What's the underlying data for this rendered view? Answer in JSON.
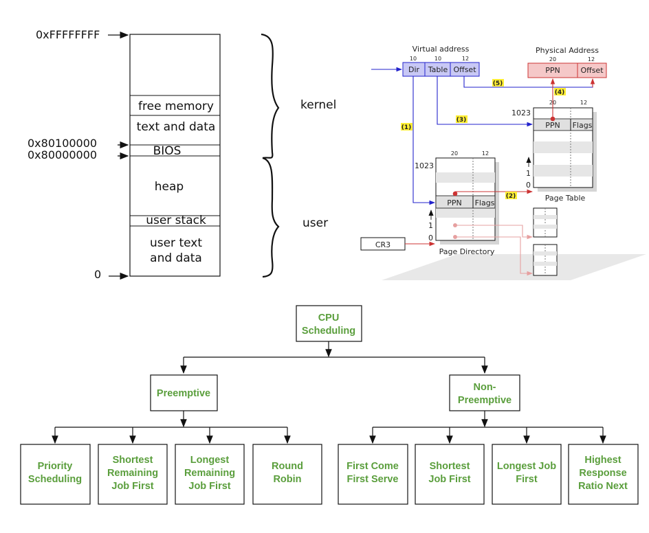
{
  "memory_map": {
    "addresses": {
      "top": "0xFFFFFFFF",
      "kernbase_link": "0x80100000",
      "kernbase": "0x80000000",
      "zero": "0"
    },
    "regions": {
      "free_memory": "free memory",
      "text_and_data": "text and data",
      "bios": "BIOS",
      "heap": "heap",
      "user_stack": "user stack",
      "user_text_1": "user text",
      "user_text_2": "and data"
    },
    "labels": {
      "kernel": "kernel",
      "user": "user"
    }
  },
  "paging": {
    "virtual_address": {
      "title": "Virtual address",
      "fields": [
        "Dir",
        "Table",
        "Offset"
      ],
      "bits": [
        "10",
        "10",
        "12"
      ]
    },
    "physical_address": {
      "title": "Physical Address",
      "fields": [
        "PPN",
        "Offset"
      ],
      "bits": [
        "20",
        "12"
      ]
    },
    "page_table": {
      "caption": "Page Table",
      "fields": [
        "PPN",
        "Flags"
      ],
      "bits": [
        "20",
        "12"
      ],
      "index_top": "1023",
      "index_one": "1",
      "index_zero": "0"
    },
    "page_directory": {
      "caption": "Page Directory",
      "fields": [
        "PPN",
        "Flags"
      ],
      "bits": [
        "20",
        "12"
      ],
      "index_top": "1023",
      "index_one": "1",
      "index_zero": "0"
    },
    "register": "CR3",
    "steps": [
      "(1)",
      "(2)",
      "(3)",
      "(4)",
      "(5)"
    ],
    "colors": {
      "blue": "#2222cc",
      "red": "#cc3333",
      "va_fill": "#c8c8f5",
      "pa_fill": "#f5c8c8"
    }
  },
  "scheduling": {
    "root": [
      "CPU",
      "Scheduling"
    ],
    "preemptive": [
      "Preemptive"
    ],
    "non_preemptive": [
      "Non-",
      "Preemptive"
    ],
    "preemptive_leaves": [
      [
        "Priority",
        "Scheduling"
      ],
      [
        "Shortest",
        "Remaining",
        "Job First"
      ],
      [
        "Longest",
        "Remaining",
        "Job First"
      ],
      [
        "Round",
        "Robin"
      ]
    ],
    "non_preemptive_leaves": [
      [
        "First Come",
        "First Serve"
      ],
      [
        "Shortest",
        "Job First"
      ],
      [
        "Longest Job",
        "First"
      ],
      [
        "Highest",
        "Response",
        "Ratio Next"
      ]
    ],
    "text_color": "#5a9e3c"
  }
}
